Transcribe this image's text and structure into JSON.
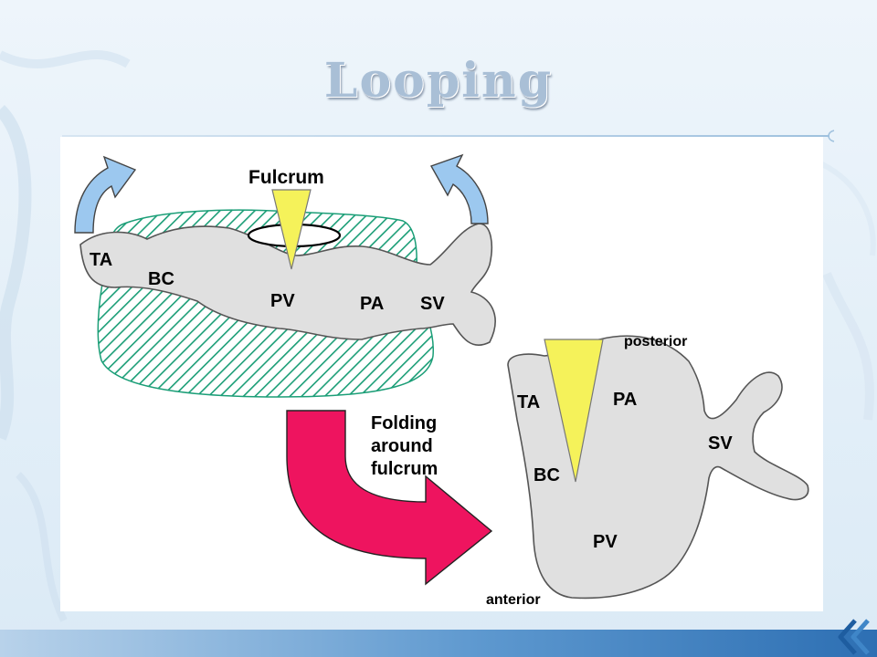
{
  "slide": {
    "title": "Looping"
  },
  "diagram": {
    "before": {
      "fulcrum_label": "Fulcrum",
      "regions": [
        "TA",
        "BC",
        "PV",
        "PA",
        "SV"
      ]
    },
    "after": {
      "regions": [
        "TA",
        "PA",
        "SV",
        "BC",
        "PV"
      ],
      "posterior_label": "posterior",
      "anterior_label": "anterior"
    },
    "folding_caption": [
      "Folding",
      "around",
      "fulcrum"
    ]
  },
  "colors": {
    "tissue_gray": "#e0e0e0",
    "hatch_green": "#1b9e77",
    "fulcrum_yellow": "#f5f25a",
    "rotation_arrow_blue": "#9cc8ef",
    "folding_arrow_magenta": "#ee145f"
  }
}
